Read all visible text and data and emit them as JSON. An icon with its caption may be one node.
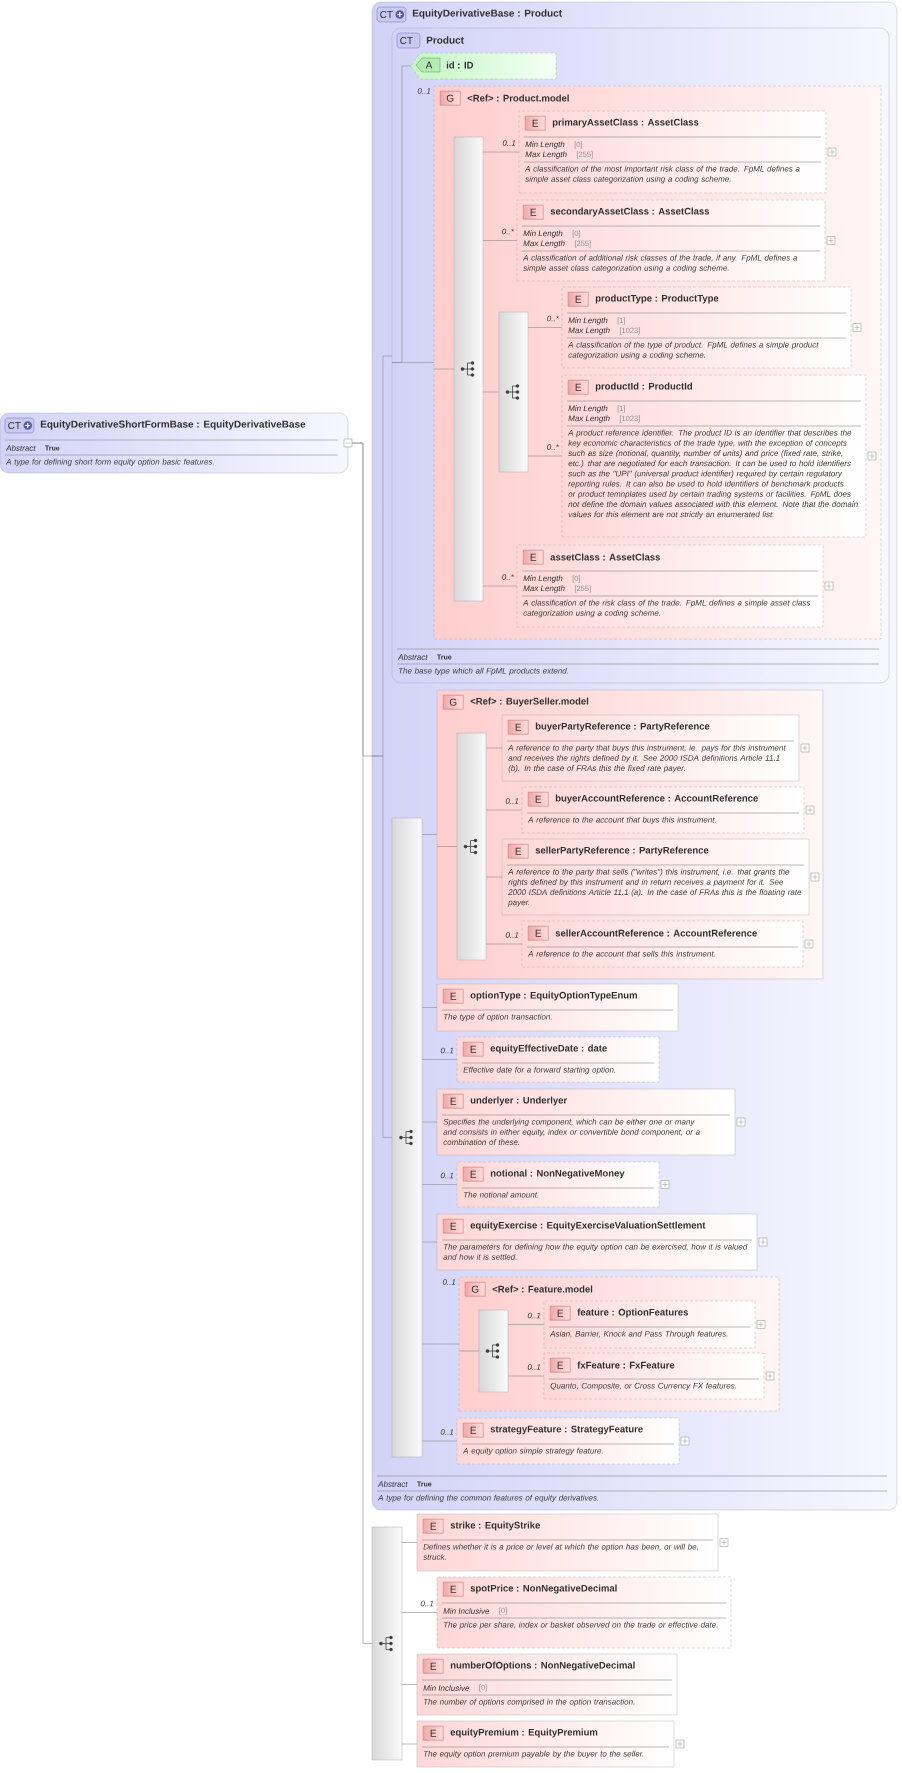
{
  "diagram": {
    "nodes": [
      {
        "text": [
          "CT",
          "EquityDerivativeShortFormBase : EquityDerivativeBase",
          "Abstract",
          "True",
          "A type for defining short form equity option basic features."
        ]
      },
      {
        "text": [
          "CT",
          "EquityDerivativeBase : Product",
          "Abstract",
          "True",
          "A type for defining the common features of equity derivatives."
        ]
      },
      {
        "text": [
          "CT",
          "Product",
          "Abstract",
          "True",
          "The base type which all FpML products extend."
        ],
        "in": 1
      },
      {
        "text": [
          "A",
          "id : ID"
        ],
        "in": 2
      },
      {
        "text": [
          "G",
          "<Ref> : Product.model"
        ],
        "in": 2,
        "beside": [
          "0..1"
        ]
      },
      {
        "text": [],
        "shape": "bar",
        "in": 4
      },
      {
        "text": [
          "E",
          "primaryAssetClass : AssetClass",
          "Min Length",
          "[0]",
          "Max Length",
          "[255]",
          "A classification of the most important risk class of the trade. FpML defines a simple asset class categorization using a coding scheme."
        ],
        "in": 4,
        "beside": [
          "0..1"
        ]
      },
      {
        "text": [
          "E",
          "secondaryAssetClass : AssetClass",
          "Min Length",
          "[0]",
          "Max Length",
          "[255]",
          "A classification of additional risk classes of the trade, if any. FpML defines a simple asset class categorization using a coding scheme."
        ],
        "in": 4,
        "beside": [
          "0..*"
        ]
      },
      {
        "text": [],
        "shape": "bar",
        "in": 4
      },
      {
        "text": [
          "E",
          "productType : ProductType",
          "Min Length",
          "[1]",
          "Max Length",
          "[1023]",
          "A classification of the type of product. FpML defines a simple product categorization using a coding scheme."
        ],
        "in": 4,
        "beside": [
          "0..*"
        ]
      },
      {
        "text": [
          "E",
          "productId : ProductId",
          "Min Length",
          "[1]",
          "Max Length",
          "[1023]",
          "A product reference identifier. The product ID is an identifier that describes the key economic characteristics of the trade type, with the exception of concepts such as size (notional, quantity, number of units) and price (fixed rate, strike, etc.) that are negotiated for each transaction. It can be used to hold identifiers such as the \"UPI\" (universal product identifier) required by certain regulatory reporting rules. It can also be used to hold identifiers of benchmark products or product temnplates used by certain trading systems or facilities. FpML does not define the domain values associated with this element. Note that the domain values for this element are not strictly an enumerated list."
        ],
        "in": 4,
        "beside": [
          "0..*"
        ]
      },
      {
        "text": [
          "E",
          "assetClass : AssetClass",
          "Min Length",
          "[0]",
          "Max Length",
          "[255]",
          "A classification of the risk class of the trade. FpML defines a simple asset class categorization using a coding scheme."
        ],
        "in": 4,
        "beside": [
          "0..*"
        ]
      },
      {
        "text": [],
        "shape": "bar",
        "in": 1
      },
      {
        "text": [
          "G",
          "<Ref> : BuyerSeller.model"
        ],
        "in": 1
      },
      {
        "text": [],
        "shape": "bar",
        "in": 13
      },
      {
        "text": [
          "E",
          "buyerPartyReference : PartyReference",
          "A reference to the party that buys this instrument, ie. pays for this instrument and receives the rights defined by it. See 2000 ISDA definitions Article 11.1 (b). In the case of FRAs this the fixed rate payer."
        ],
        "in": 13
      },
      {
        "text": [
          "E",
          "buyerAccountReference : AccountReference",
          "A reference to the account that buys this instrument."
        ],
        "in": 13,
        "beside": [
          "0..1"
        ]
      },
      {
        "text": [
          "E",
          "sellerPartyReference : PartyReference",
          "A reference to the party that sells (\"writes\") this instrument, i.e. that grants the rights defined by this instrument and in return receives a payment for it. See 2000 ISDA definitions Article 11.1 (a). In the case of FRAs this is the floating rate payer."
        ],
        "in": 13
      },
      {
        "text": [
          "E",
          "sellerAccountReference : AccountReference",
          "A reference to the account that sells this instrument."
        ],
        "in": 13,
        "beside": [
          "0..1"
        ]
      },
      {
        "text": [
          "E",
          "optionType : EquityOptionTypeEnum",
          "The type of option transaction."
        ],
        "in": 1
      },
      {
        "text": [
          "E",
          "equityEffectiveDate : date",
          "Effective date for a forward starting option."
        ],
        "in": 1,
        "beside": [
          "0..1"
        ]
      },
      {
        "text": [
          "E",
          "underlyer : Underlyer",
          "Specifies the underlying component, which can be either one or many and consists in either equity, index or convertible bond component, or a combination of these."
        ],
        "in": 1
      },
      {
        "text": [
          "E",
          "notional : NonNegativeMoney",
          "The notional amount."
        ],
        "in": 1,
        "beside": [
          "0..1"
        ]
      },
      {
        "text": [
          "E",
          "equityExercise : EquityExerciseValuationSettlement",
          "The parameters for defining how the equity option can be exercised, how it is valued and how it is settled."
        ],
        "in": 1
      },
      {
        "text": [
          "G",
          "<Ref> : Feature.model"
        ],
        "in": 1,
        "beside": [
          "0..1"
        ]
      },
      {
        "text": [],
        "shape": "bar",
        "in": 24
      },
      {
        "text": [
          "E",
          "feature : OptionFeatures",
          "Asian, Barrier, Knock and Pass Through features."
        ],
        "in": 24,
        "beside": [
          "0..1"
        ]
      },
      {
        "text": [
          "E",
          "fxFeature : FxFeature",
          "Quanto, Composite, or Cross Currency FX features."
        ],
        "in": 24,
        "beside": [
          "0..1"
        ]
      },
      {
        "text": [
          "E",
          "strategyFeature : StrategyFeature",
          "A equity option simple strategy feature."
        ],
        "in": 1,
        "beside": [
          "0..1"
        ]
      },
      {
        "text": [],
        "shape": "bar"
      },
      {
        "text": [
          "E",
          "strike : EquityStrike",
          "Defines whether it is a price or level at which the option has been, or will be, struck."
        ]
      },
      {
        "text": [
          "E",
          "spotPrice : NonNegativeDecimal",
          "Min Inclusive",
          "[0]",
          "The price per share, index or basket observed on the trade or effective date."
        ],
        "beside": [
          "0..1"
        ]
      },
      {
        "text": [
          "E",
          "numberOfOptions : NonNegativeDecimal",
          "Min Inclusive",
          "[0]",
          "The number of options comprised in the option transaction."
        ]
      },
      {
        "text": [
          "E",
          "equityPremium : EquityPremium",
          "The equity option premium payable by the buyer to the seller."
        ]
      }
    ],
    "edges": [
      {
        "from": 0,
        "to": 1,
        "arrow": "none"
      },
      {
        "from": 0,
        "to": 29,
        "arrow": "none"
      },
      {
        "from": 1,
        "to": 2,
        "arrow": "none"
      },
      {
        "from": 1,
        "to": 12,
        "arrow": "none"
      },
      {
        "from": 2,
        "to": 3,
        "arrow": "none"
      },
      {
        "from": 2,
        "to": 4,
        "arrow": "none"
      },
      {
        "from": 4,
        "to": 5,
        "arrow": "none"
      },
      {
        "from": 5,
        "to": 6,
        "arrow": "none"
      },
      {
        "from": 5,
        "to": 7,
        "arrow": "none"
      },
      {
        "from": 5,
        "to": 8,
        "arrow": "none"
      },
      {
        "from": 8,
        "to": 9,
        "arrow": "none"
      },
      {
        "from": 8,
        "to": 10,
        "arrow": "none"
      },
      {
        "from": 5,
        "to": 11,
        "arrow": "none"
      },
      {
        "from": 12,
        "to": 13,
        "arrow": "none"
      },
      {
        "from": 13,
        "to": 14,
        "arrow": "none"
      },
      {
        "from": 14,
        "to": 15,
        "arrow": "none"
      },
      {
        "from": 14,
        "to": 16,
        "arrow": "none"
      },
      {
        "from": 14,
        "to": 17,
        "arrow": "none"
      },
      {
        "from": 14,
        "to": 18,
        "arrow": "none"
      },
      {
        "from": 12,
        "to": 19,
        "arrow": "none"
      },
      {
        "from": 12,
        "to": 20,
        "arrow": "none"
      },
      {
        "from": 12,
        "to": 21,
        "arrow": "none"
      },
      {
        "from": 12,
        "to": 22,
        "arrow": "none"
      },
      {
        "from": 12,
        "to": 23,
        "arrow": "none"
      },
      {
        "from": 12,
        "to": 24,
        "arrow": "none"
      },
      {
        "from": 24,
        "to": 25,
        "arrow": "none"
      },
      {
        "from": 25,
        "to": 26,
        "arrow": "none"
      },
      {
        "from": 25,
        "to": 27,
        "arrow": "none"
      },
      {
        "from": 12,
        "to": 28,
        "arrow": "none"
      },
      {
        "from": 29,
        "to": 30,
        "arrow": "none"
      },
      {
        "from": 29,
        "to": 31,
        "arrow": "none"
      },
      {
        "from": 29,
        "to": 32,
        "arrow": "none"
      },
      {
        "from": 29,
        "to": 33,
        "arrow": "none"
      }
    ]
  }
}
